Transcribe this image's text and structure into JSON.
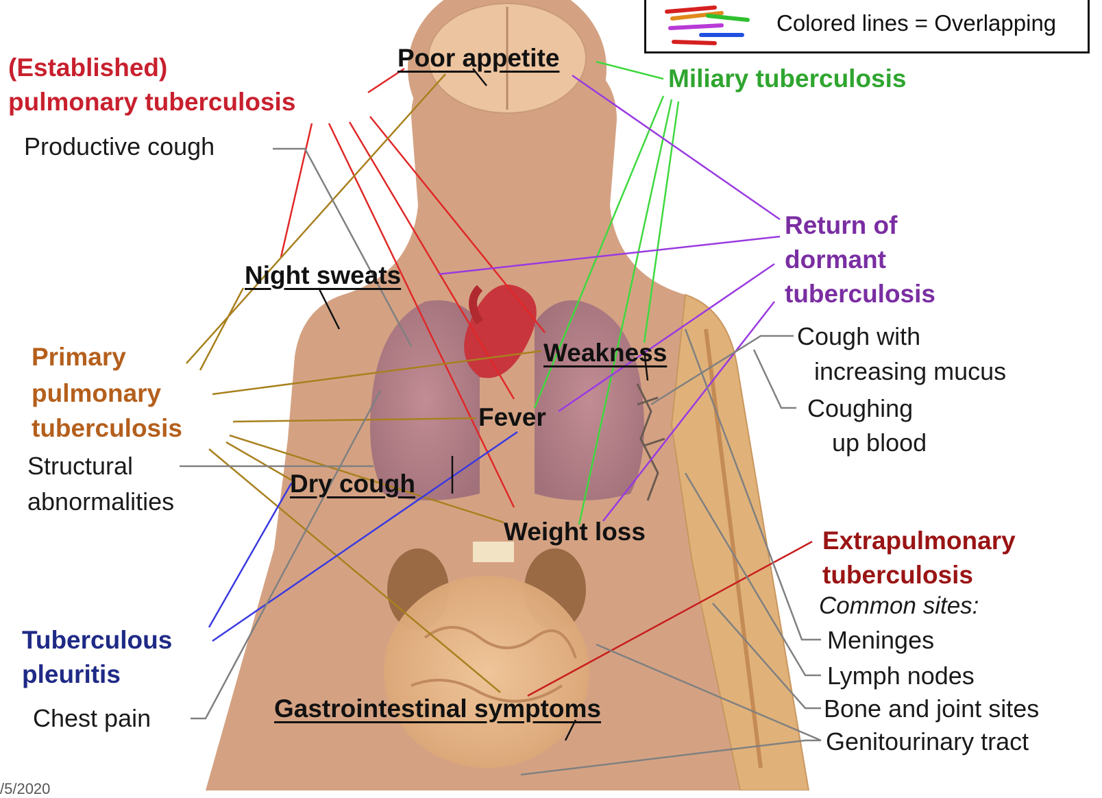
{
  "legend": {
    "text": "Colored lines = Overlapping",
    "colors": [
      "#d62020",
      "#e08a1c",
      "#2fc02f",
      "#b83ad6",
      "#2050e0",
      "#d62020"
    ]
  },
  "groups": {
    "established": {
      "line1": "(Established)",
      "line2": "pulmonary tuberculosis",
      "color": "#c8202e"
    },
    "miliary": {
      "label": "Miliary tuberculosis",
      "color": "#2fa52f"
    },
    "dormant": {
      "line1": "Return of",
      "line2": "dormant",
      "line3": "tuberculosis",
      "color": "#7a2ea2"
    },
    "primary": {
      "line1": "Primary",
      "line2": "pulmonary",
      "line3": "tuberculosis",
      "color": "#b45f1c"
    },
    "pleuritis": {
      "line1": "Tuberculous",
      "line2": "pleuritis",
      "color": "#1f2a86"
    },
    "extrapulmonary": {
      "line1": "Extrapulmonary",
      "line2": "tuberculosis",
      "color": "#9a1414"
    }
  },
  "symptoms": {
    "poor_appetite": "Poor appetite",
    "night_sweats": "Night sweats",
    "weakness": "Weakness",
    "fever": "Fever",
    "dry_cough": "Dry cough",
    "weight_loss": "Weight loss",
    "gi": "Gastrointestinal symptoms"
  },
  "specific": {
    "productive_cough": "Productive cough",
    "structural_1": "Structural",
    "structural_2": "abnormalities",
    "chest_pain": "Chest pain",
    "cough_mucus_1": "Cough with",
    "cough_mucus_2": "increasing mucus",
    "cough_blood_1": "Coughing",
    "cough_blood_2": "up blood"
  },
  "common_sites": {
    "heading": "Common sites:",
    "items": [
      "Meninges",
      "Lymph nodes",
      "Bone and joint sites",
      "Genitourinary tract"
    ]
  },
  "date_fragment": "/5/2020",
  "colors": {
    "line_established": "#e02828",
    "line_primary": "#a8801e",
    "line_miliary": "#3fd83f",
    "line_dormant": "#9a3ae0",
    "line_pleuritis": "#3a3ae0",
    "line_extrapulmonary": "#c81e1e",
    "line_grey": "#808080",
    "skin": "#d5a687"
  }
}
